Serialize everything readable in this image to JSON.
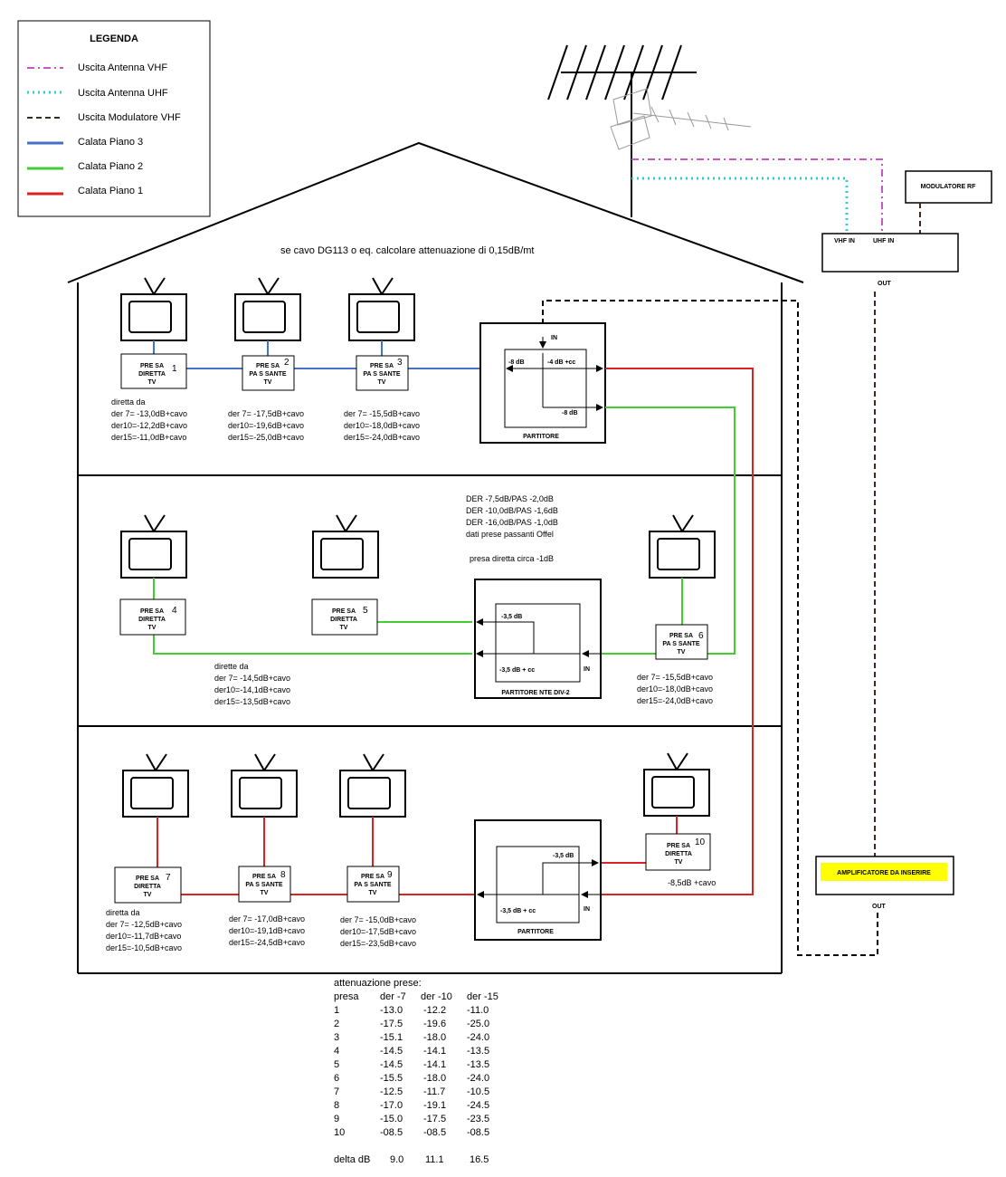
{
  "legend": {
    "title": "LEGENDA",
    "items": [
      {
        "label": "Uscita Antenna VHF",
        "color": "#cc55cc",
        "style": "dashdot"
      },
      {
        "label": "Uscita Antenna UHF",
        "color": "#33cccc",
        "style": "dotted"
      },
      {
        "label": "Uscita Modulatore VHF",
        "color": "#3a2a22",
        "style": "dashed"
      },
      {
        "label": "Calata Piano 3",
        "color": "#4472c4",
        "style": "solid"
      },
      {
        "label": "Calata Piano 2",
        "color": "#44cc33",
        "style": "solid"
      },
      {
        "label": "Calata Piano 1",
        "color": "#dd2222",
        "style": "solid"
      }
    ]
  },
  "note_cable": "se cavo DG113 o eq. calcolare attenuazione di 0,15dB/mt",
  "headend": {
    "modulator": "MODULATORE RF",
    "vhf_in": "VHF IN",
    "uhf_in": "UHF IN",
    "out": "OUT",
    "amplifier": "AMPLIFICATORE DA INSERIRE",
    "amp_out": "OUT"
  },
  "floor3": {
    "outlets": [
      {
        "l1": "PRE SA",
        "l2": "DIRETTA",
        "l3": "TV",
        "num": "1"
      },
      {
        "l1": "PRE SA",
        "l2": "PA S SANTE",
        "l3": "TV",
        "num": "2"
      },
      {
        "l1": "PRE SA",
        "l2": "PA S SANTE",
        "l3": "TV",
        "num": "3"
      }
    ],
    "notes": [
      [
        "diretta da",
        "der 7= -13,0dB+cavo",
        "der10=-12,2dB+cavo",
        "der15=-11,0dB+cavo"
      ],
      [
        "der 7= -17,5dB+cavo",
        "der10=-19,6dB+cavo",
        "der15=-25,0dB+cavo"
      ],
      [
        "der 7= -15,5dB+cavo",
        "der10=-18,0dB+cavo",
        "der15=-24,0dB+cavo"
      ]
    ],
    "splitter": {
      "label": "PARTITORE",
      "in": "IN",
      "a": "-8 dB",
      "b": "-4 dB +cc",
      "c": "-8 dB"
    }
  },
  "floor2": {
    "outlets": [
      {
        "l1": "PRE SA",
        "l2": "DIRETTA",
        "l3": "TV",
        "num": "4"
      },
      {
        "l1": "PRE SA",
        "l2": "DIRETTA",
        "l3": "TV",
        "num": "5"
      },
      {
        "l1": "PRE SA",
        "l2": "PA S SANTE",
        "l3": "TV",
        "num": "6"
      }
    ],
    "info": [
      "DER -7,5dB/PAS -2,0dB",
      "DER -10,0dB/PAS -1,6dB",
      "DER -16,0dB/PAS -1,0dB",
      "dati prese passanti Offel",
      "",
      "presa diretta circa -1dB"
    ],
    "notes_direct": [
      "dirette da",
      "der 7= -14,5dB+cavo",
      "der10=-14,1dB+cavo",
      "der15=-13,5dB+cavo"
    ],
    "notes_6": [
      "der 7= -15,5dB+cavo",
      "der10=-18,0dB+cavo",
      "der15=-24,0dB+cavo"
    ],
    "splitter": {
      "label": "PARTITORE NTE DIV-2",
      "a": "-3,5 dB",
      "b": "-3,5 dB + cc",
      "in": "IN"
    }
  },
  "floor1": {
    "outlets": [
      {
        "l1": "PRE SA",
        "l2": "DIRETTA",
        "l3": "TV",
        "num": "7"
      },
      {
        "l1": "PRE SA",
        "l2": "PA S SANTE",
        "l3": "TV",
        "num": "8"
      },
      {
        "l1": "PRE SA",
        "l2": "PA S SANTE",
        "l3": "TV",
        "num": "9"
      },
      {
        "l1": "PRE SA",
        "l2": "DIRETTA",
        "l3": "TV",
        "num": "10"
      }
    ],
    "notes": [
      [
        "diretta da",
        "der 7= -12,5dB+cavo",
        "der10=-11,7dB+cavo",
        "der15=-10,5dB+cavo"
      ],
      [
        "der 7= -17,0dB+cavo",
        "der10=-19,1dB+cavo",
        "der15=-24,5dB+cavo"
      ],
      [
        "der 7= -15,0dB+cavo",
        "der10=-17,5dB+cavo",
        "der15=-23,5dB+cavo"
      ]
    ],
    "note_10": "-8,5dB   +cavo",
    "splitter": {
      "label": "PARTITORE",
      "a": "-3,5 dB",
      "b": "-3,5 dB + cc",
      "in": "IN"
    }
  },
  "table": {
    "title": "attenuazione prese:",
    "headers": [
      "presa",
      "der -7",
      "der -10",
      "der -15"
    ],
    "rows": [
      [
        "1",
        "-13.0",
        "-12.2",
        "-11.0"
      ],
      [
        "2",
        "-17.5",
        "-19.6",
        "-25.0"
      ],
      [
        "3",
        "-15.1",
        "-18.0",
        "-24.0"
      ],
      [
        "4",
        "-14.5",
        "-14.1",
        "-13.5"
      ],
      [
        "5",
        "-14.5",
        "-14.1",
        "-13.5"
      ],
      [
        "6",
        "-15.5",
        "-18.0",
        "-24.0"
      ],
      [
        "7",
        "-12.5",
        "-11.7",
        "-10.5"
      ],
      [
        "8",
        "-17.0",
        "-19.1",
        "-24.5"
      ],
      [
        "9",
        "-15.0",
        "-17.5",
        "-23.5"
      ],
      [
        "10",
        "-08.5",
        "-08.5",
        "-08.5"
      ]
    ],
    "delta": [
      "delta dB",
      "9.0",
      "11.1",
      "16.5"
    ]
  }
}
